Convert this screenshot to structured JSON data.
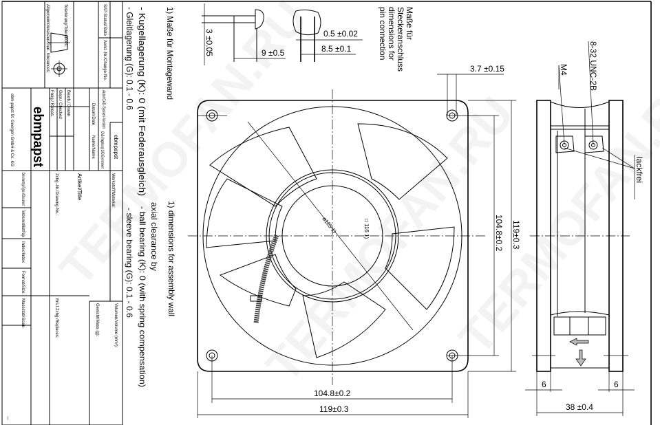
{
  "watermark": "TERMOFAN.RU",
  "notes": {
    "de": [
      "1) Maße für Montagewand",
      "- Kugellagerung (K): 0 (mit Federausgleich)",
      "- Gleitlagerung (G): 0.1 - 0.6"
    ],
    "en": [
      "1) dimensions for assembly wall",
      "axial clearance by",
      "- ball bearing (K): 0 (with spring compensation)",
      "- sleeve bearing (G): 0.1 - 0.6"
    ]
  },
  "pin_connection": {
    "de": [
      "Maße für",
      "Steckeranschluss"
    ],
    "en": [
      "dimensions for",
      "pin connection"
    ],
    "dim_height": "3 ±0.05",
    "dim_length": "9 ±0.5",
    "dim_pin_width": "0.5 ±0.02",
    "dim_pin_spacing": "8.5 ±0.1"
  },
  "front_view": {
    "hole_diameter": "3.7 ±0.15",
    "diameter_label": "ø125 1)",
    "square_label": "□ 116 1)",
    "hole_spacing_v": "104.8±0.2",
    "frame_height": "119±0.3",
    "hole_spacing_h": "104.8±0.2",
    "frame_width": "119±0.3"
  },
  "side_view": {
    "thread_m4": "M4",
    "thread_unc": "8-32 UNC-2B",
    "lackfrei": "lackfrei",
    "flange_left": "6",
    "flange_right": "6",
    "depth": "38 ±0.4"
  },
  "title_block": {
    "sap_status": "SAP-Status/State",
    "change_no": "Aend.-Nr./Change-No.",
    "tolerances": "Tolerierung/Tolerances:",
    "gen_tolerances": "Allgemeintoleranzen/Gen. tolerances:",
    "cad_version": "Autor/CAD-System-Version",
    "cad_env": "CAD-Umgebung/ CAD-Environment",
    "cad_env_value": "ebmpapst",
    "date": "Datum/Date",
    "name": "Name/Name",
    "drawn": "Bearb./ Drawn",
    "checked": "Gepr./ Checked",
    "released": "Freig./ Releas.",
    "logo": "ebmpapst",
    "company": "ebm-papst St. Georgen GmbH & Co. KG",
    "material": "Werkstoff/Material:",
    "title": "Artikel/Title",
    "drawing_no": "Zchg.-Nr./Drawing-No.:",
    "volume": "Volumen/Volume (mm³):",
    "mass": "Gewicht/Mass (g):",
    "replaces": "Ers.f.Zchg./Replaces:",
    "doc_type": "Dokumenttyp/Type of Document",
    "page": "Teildokument/Blatt/Page",
    "index": "Index/Index",
    "size": "Format/Size:",
    "scale": "Massstab/Scale",
    "scale_value": "—"
  }
}
